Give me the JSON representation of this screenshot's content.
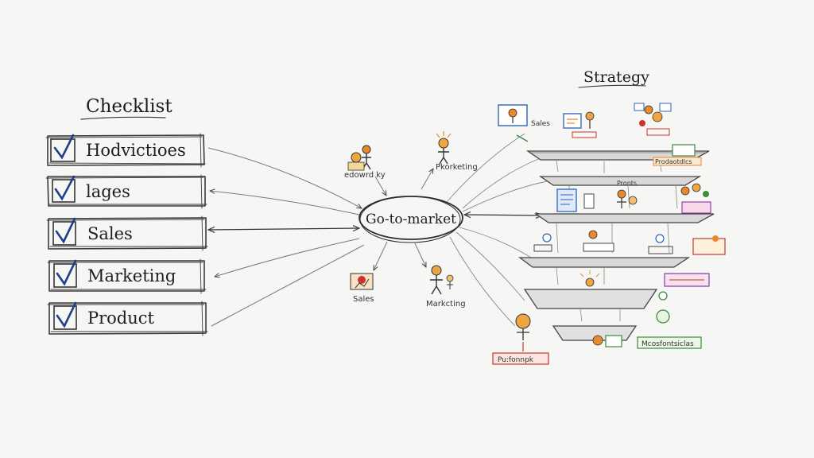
{
  "checklist": {
    "title": "Checklist",
    "items": [
      {
        "label": "Hodvictioes",
        "checked": true
      },
      {
        "label": "lages",
        "checked": true
      },
      {
        "label": "Sales",
        "checked": true
      },
      {
        "label": "Marketing",
        "checked": true
      },
      {
        "label": "Product",
        "checked": true
      }
    ]
  },
  "center": {
    "label": "Go-to-market"
  },
  "satellites": [
    {
      "label": "edowrd ky"
    },
    {
      "label": "Pkorketing"
    },
    {
      "label": "Sales"
    },
    {
      "label": "Markcting"
    }
  ],
  "strategy": {
    "title": "Strategy",
    "labels": [
      "Sales",
      "Prodaotdlcs",
      "Pronts",
      "Mcosfontsiclas",
      "Pu:fonnpk"
    ]
  },
  "colors": {
    "check": "#1e3f8a",
    "ink": "#2b2b2b",
    "orange": "#e8892b",
    "red": "#c9352b",
    "green": "#3d8a3a",
    "blue": "#2f63b8",
    "purple": "#8a3aa8"
  }
}
